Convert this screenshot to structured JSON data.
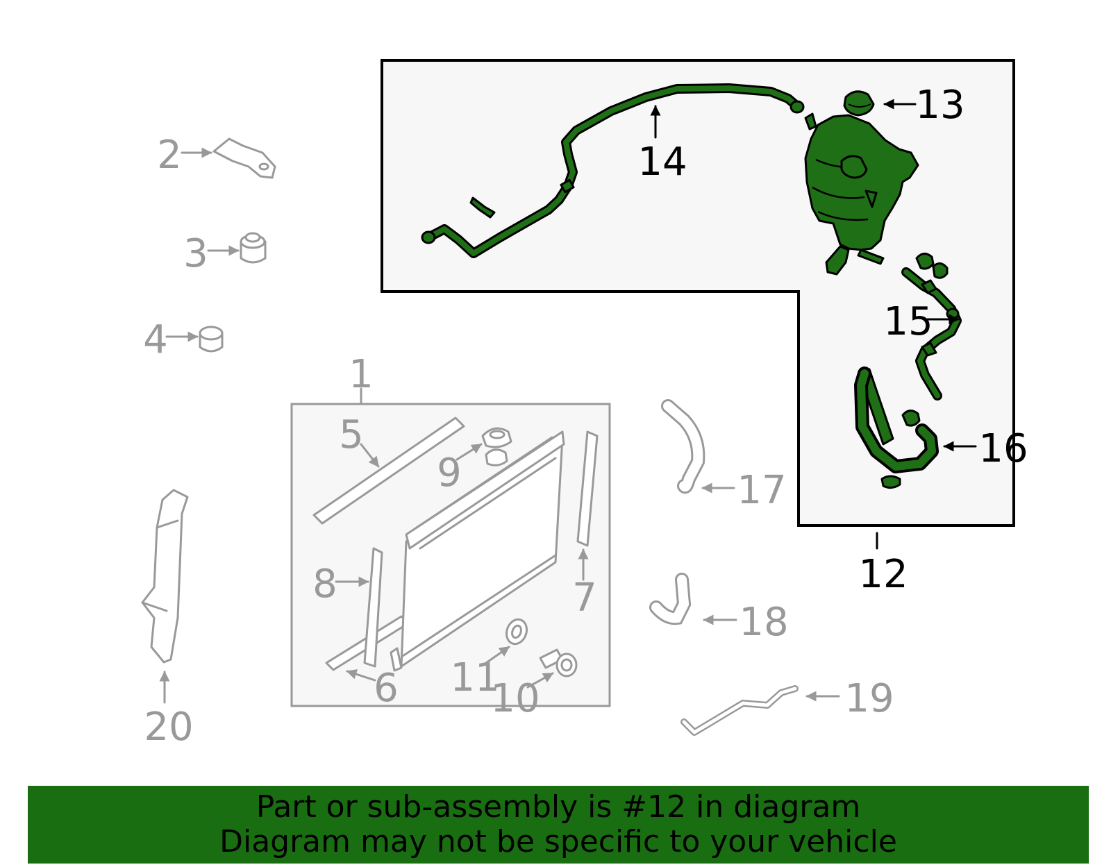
{
  "colors": {
    "highlight_green": "#1f6f16",
    "banner_green": "#1a6e12",
    "callout_gray": "#999999",
    "box_fill": "#f7f7f7"
  },
  "callouts": {
    "c1": "1",
    "c2": "2",
    "c3": "3",
    "c4": "4",
    "c5": "5",
    "c6": "6",
    "c7": "7",
    "c8": "8",
    "c9": "9",
    "c10": "10",
    "c11": "11",
    "c12": "12",
    "c13": "13",
    "c14": "14",
    "c15": "15",
    "c16": "16",
    "c17": "17",
    "c18": "18",
    "c19": "19",
    "c20": "20"
  },
  "banner": {
    "line1": "Part or sub-assembly is #12 in diagram",
    "line2": "Diagram may not be specific to your vehicle"
  }
}
